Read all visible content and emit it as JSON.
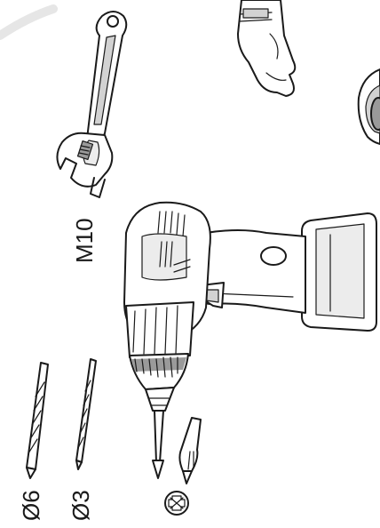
{
  "labels": {
    "wrench_size": "M10",
    "drill_bit_large": "Ø6",
    "drill_bit_small": "Ø3"
  },
  "icons": {
    "wrench": "adjustable-wrench-icon",
    "drill": "cordless-drill-icon",
    "glove": "work-glove-icon",
    "goggles": "safety-goggles-icon",
    "bit_large": "drill-bit-6mm-icon",
    "bit_small": "drill-bit-3mm-icon",
    "screwdriver_bit": "phillips-screwdriver-bit-icon",
    "phillips_head": "phillips-head-symbol-icon"
  },
  "colors": {
    "ink": "#1a1a1a",
    "shade": "#d2d2d2"
  }
}
